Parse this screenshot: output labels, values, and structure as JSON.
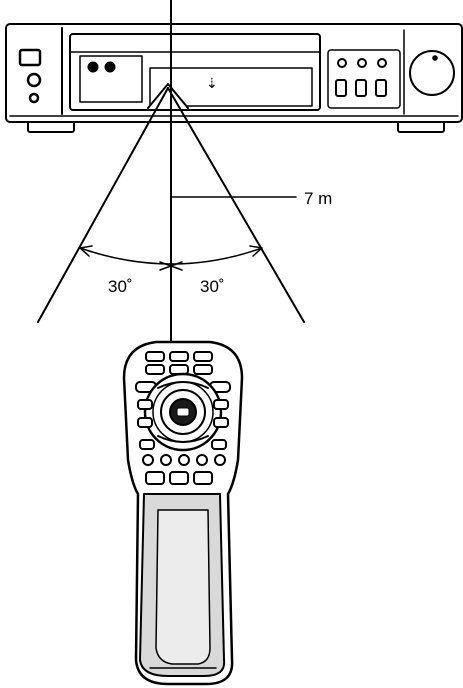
{
  "diagram": {
    "distance_label": "7 m",
    "angle_left_label": "30˚",
    "angle_right_label": "30˚"
  },
  "colors": {
    "ink": "#000000",
    "paper": "#ffffff",
    "remote_grip": "#d9d9d9"
  }
}
